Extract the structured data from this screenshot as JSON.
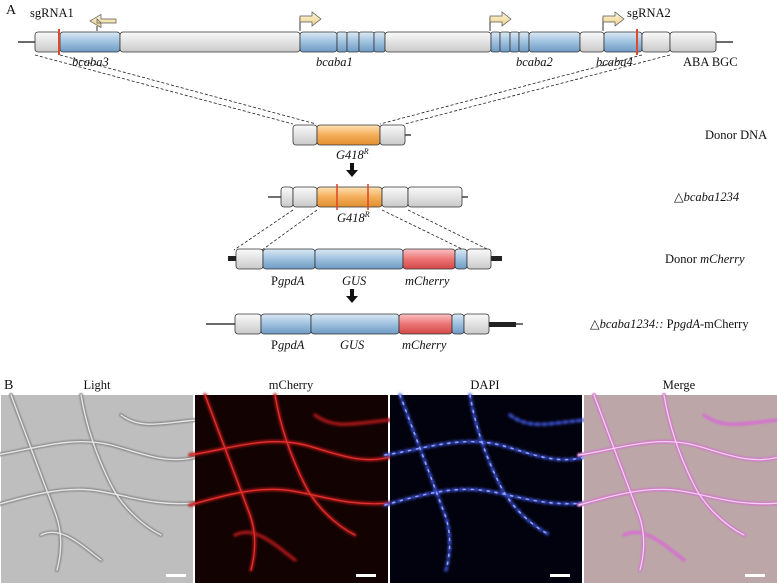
{
  "panel_a": {
    "label": "A",
    "sgrna1": "sgRNA1",
    "sgrna2": "sgRNA2",
    "cluster_label": "ABA BGC",
    "genes": {
      "bcaba3": "bcaba3",
      "bcaba1": "bcaba1",
      "bcaba2": "bcaba2",
      "bcaba4": "bcaba4"
    },
    "donor_dna_label": "Donor DNA",
    "g418_base": "G418",
    "g418_sup": "R",
    "deletion_label": {
      "delta": "△",
      "gene": "bcaba1234"
    },
    "donor_mcherry_label": {
      "prefix": "Donor ",
      "gene": "mCherry"
    },
    "final_label": {
      "delta": "△",
      "gene": "bcaba1234::",
      "mid": " P",
      "gene2": "pgdA",
      "suffix": "-mCherry"
    },
    "promoter": {
      "p": "P",
      "name": "gpdA"
    },
    "gus": "GUS",
    "mcherry": "mCherry"
  },
  "panel_b": {
    "label": "B",
    "images": [
      {
        "title": "Light"
      },
      {
        "title": "mCherry"
      },
      {
        "title": "DAPI"
      },
      {
        "title": "Merge"
      }
    ]
  },
  "colors": {
    "blue_gene": "#a8c8e4",
    "grey_block": "#e4e4e4",
    "orange": "#f5b05c",
    "red_block": "#ee7b7b",
    "cut_red": "#e04a2a",
    "arrow_fill": "#f6e3a6"
  }
}
